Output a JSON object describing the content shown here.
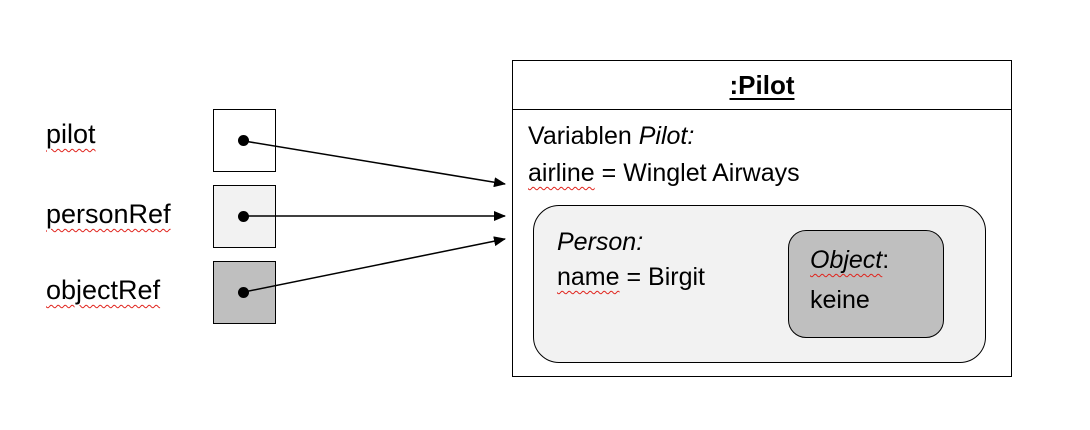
{
  "variables": [
    {
      "name": "pilot",
      "fill": "#ffffff"
    },
    {
      "name": "personRef",
      "fill": "#f2f2f2"
    },
    {
      "name": "objectRef",
      "fill": "#bfbfbf"
    }
  ],
  "object": {
    "title": ":Pilot",
    "pilot_section": {
      "heading_prefix": "Variablen ",
      "heading_class": "Pilot:",
      "attr_name": "airline",
      "attr_rest": " = Winglet Airways"
    },
    "person_section": {
      "class_label": "Person:",
      "attr_name": "name",
      "attr_rest": " = Birgit",
      "fill": "#f2f2f2"
    },
    "object_section": {
      "class_label": "Object",
      "class_colon": ":",
      "value": "keine",
      "fill": "#bfbfbf"
    }
  }
}
